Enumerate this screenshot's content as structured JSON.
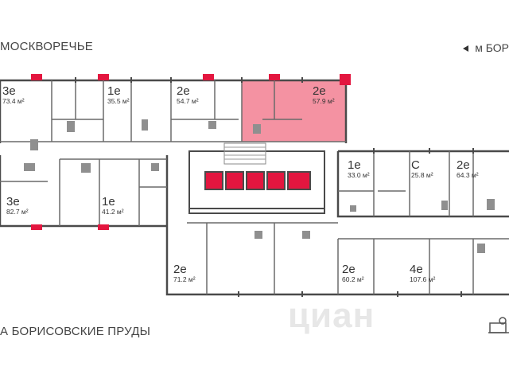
{
  "streets": {
    "top": "МОСКВОРЕЧЬЕ",
    "bottom": "А БОРИСОВСКИЕ ПРУДЫ",
    "metro": "м БОР"
  },
  "watermark": "циан",
  "colors": {
    "highlight": "#f27f92",
    "window": "#e3163f",
    "wall": "#4a4a4a",
    "thin_wall": "#8a8a8a",
    "text": "#333333"
  },
  "units": [
    {
      "type": "3е",
      "area": "73.4 м²"
    },
    {
      "type": "1е",
      "area": "35.5 м²"
    },
    {
      "type": "2е",
      "area": "54.7 м²"
    },
    {
      "type": "2е",
      "area": "57.9 м²",
      "selected": true
    },
    {
      "type": "1е",
      "area": "33.0 м²"
    },
    {
      "type": "С",
      "area": "25.8 м²"
    },
    {
      "type": "2е",
      "area": "64.3 м²"
    },
    {
      "type": "3е",
      "area": "82.7 м²"
    },
    {
      "type": "1е",
      "area": "41.2 м²"
    },
    {
      "type": "2е",
      "area": "71.2 м²"
    },
    {
      "type": "2е",
      "area": "60.2 м²"
    },
    {
      "type": "4е",
      "area": "107.6 м²"
    }
  ]
}
